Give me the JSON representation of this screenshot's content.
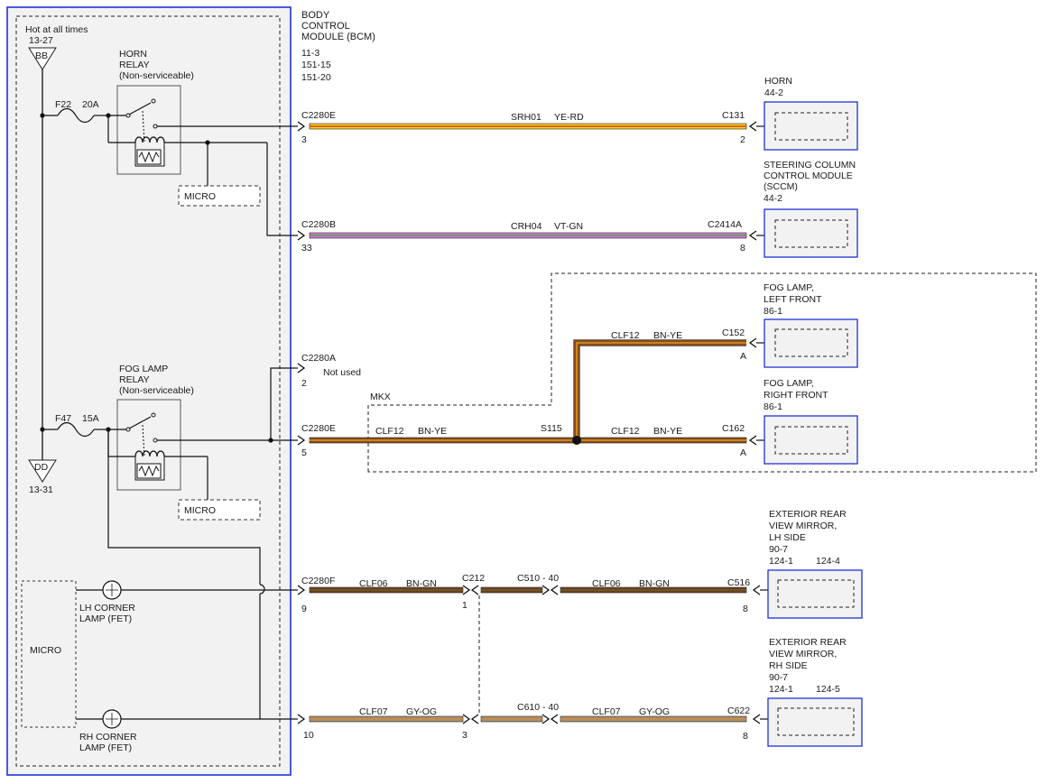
{
  "module": {
    "title_lines": [
      "BODY",
      "CONTROL",
      "MODULE (BCM)"
    ],
    "refs": [
      "11-3",
      "151-15",
      "151-20"
    ]
  },
  "power": {
    "hot_label": "Hot at all times",
    "top_ref": "13-27",
    "top_bus": "BB",
    "bottom_bus": "DD",
    "bottom_ref": "13-31"
  },
  "fuses": [
    {
      "name": "F22",
      "rating": "20A"
    },
    {
      "name": "F47",
      "rating": "15A"
    }
  ],
  "relays": [
    {
      "lines": [
        "HORN",
        "RELAY",
        "(Non-serviceable)"
      ]
    },
    {
      "lines": [
        "FOG LAMP",
        "RELAY",
        "(Non-serviceable)"
      ]
    }
  ],
  "micro_label": "MICRO",
  "lamps": [
    {
      "lines": [
        "LH CORNER",
        "LAMP (FET)"
      ]
    },
    {
      "lines": [
        "RH CORNER",
        "LAMP (FET)"
      ]
    }
  ],
  "not_used": {
    "connector": "C2280A",
    "pin": "2",
    "label": "Not used"
  },
  "mkx_label": "MKX",
  "splice": "S115",
  "circuits": [
    {
      "bcm_connector": "C2280E",
      "bcm_pin": "3",
      "circuit": "SRH01",
      "color": "YE-RD",
      "dest_connector": "C131",
      "dest_pin": "2",
      "wire_primary": "#f2d21a",
      "wire_stripe": "#d2262a"
    },
    {
      "bcm_connector": "C2280B",
      "bcm_pin": "33",
      "circuit": "CRH04",
      "color": "VT-GN",
      "dest_connector": "C2414A",
      "dest_pin": "8",
      "wire_primary": "#cf7fd1",
      "wire_stripe": "#3b9f3b"
    },
    {
      "circuit": "CLF12",
      "color": "BN-YE",
      "dest_connector": "C152",
      "dest_pin": "A",
      "wire_primary": "#8a4a1e",
      "wire_stripe": "#f2d21a"
    },
    {
      "bcm_connector": "C2280E",
      "bcm_pin": "5",
      "circuit": "CLF12",
      "color": "BN-YE",
      "dest_connector": "C162",
      "dest_pin": "A",
      "wire_primary": "#8a4a1e",
      "wire_stripe": "#f2d21a"
    },
    {
      "bcm_connector": "C2280F",
      "bcm_pin": "9",
      "circuit": "CLF06",
      "color": "BN-GN",
      "inline_connector": "C212",
      "inline_pin": "1",
      "inline2": "C510 - 40",
      "circuit2": "CLF06",
      "color2": "BN-GN",
      "dest_connector": "C516",
      "dest_pin": "8",
      "wire_primary": "#8a4a1e",
      "wire_stripe": "#3b9f3b"
    },
    {
      "bcm_pin": "10",
      "circuit": "CLF07",
      "color": "GY-OG",
      "inline_pin": "3",
      "inline2": "C610 - 40",
      "circuit2": "CLF07",
      "color2": "GY-OG",
      "dest_connector": "C622",
      "dest_pin": "8",
      "wire_primary": "#9a9a9a",
      "wire_stripe": "#e2862a"
    }
  ],
  "components": [
    {
      "lines": [
        "HORN",
        "44-2"
      ]
    },
    {
      "lines": [
        "STEERING COLUMN",
        "CONTROL MODULE",
        "(SCCM)",
        "44-2"
      ]
    },
    {
      "lines": [
        "FOG LAMP,",
        "LEFT FRONT",
        "86-1"
      ]
    },
    {
      "lines": [
        "FOG LAMP,",
        "RIGHT FRONT",
        "86-1"
      ]
    },
    {
      "lines": [
        "EXTERIOR REAR",
        "VIEW MIRROR,",
        "LH SIDE",
        "90-7"
      ],
      "refs": [
        "124-1",
        "124-4"
      ]
    },
    {
      "lines": [
        "EXTERIOR REAR",
        "VIEW MIRROR,",
        "RH SIDE",
        "90-7"
      ],
      "refs": [
        "124-1",
        "124-5"
      ]
    }
  ]
}
